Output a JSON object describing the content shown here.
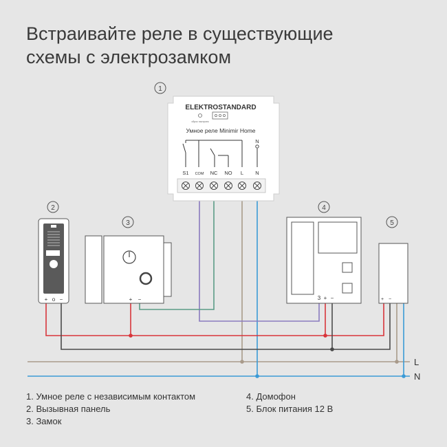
{
  "title": {
    "line1": "Встраивайте реле в существующие",
    "line2": "схемы с электрозамком"
  },
  "relay": {
    "number": "1",
    "brand": "ELEKTROSTANDARD",
    "tiny_label": "сброс настроек",
    "model": "Умное реле Minimir Home",
    "terminals": [
      "S1",
      "COM",
      "NC",
      "NO",
      "L",
      "N"
    ],
    "inner_n": "N"
  },
  "panel": {
    "number": "2",
    "plus": "+",
    "circle": "o",
    "minus": "−"
  },
  "lock": {
    "number": "3",
    "plus": "+",
    "minus": "−"
  },
  "intercom": {
    "number": "4",
    "three": "3",
    "plus": "+",
    "minus": "−"
  },
  "psu": {
    "number": "5",
    "plus": "+",
    "minus": "−"
  },
  "lines": {
    "L": "L",
    "N": "N"
  },
  "legend": [
    "1. Умное реле с независимым контактом",
    "2. Вызывная панель",
    "3. Замок",
    "4. Домофон",
    "5. Блок питания 12 В"
  ],
  "colors": {
    "background": "#e6e6e6",
    "red_wire": "#d8343a",
    "blue_wire": "#3a9ad6",
    "green_wire": "#5a9b86",
    "purple_wire": "#8a7bbf",
    "tan_wire": "#a89a8a",
    "dark_wire": "#4a4a4a"
  }
}
